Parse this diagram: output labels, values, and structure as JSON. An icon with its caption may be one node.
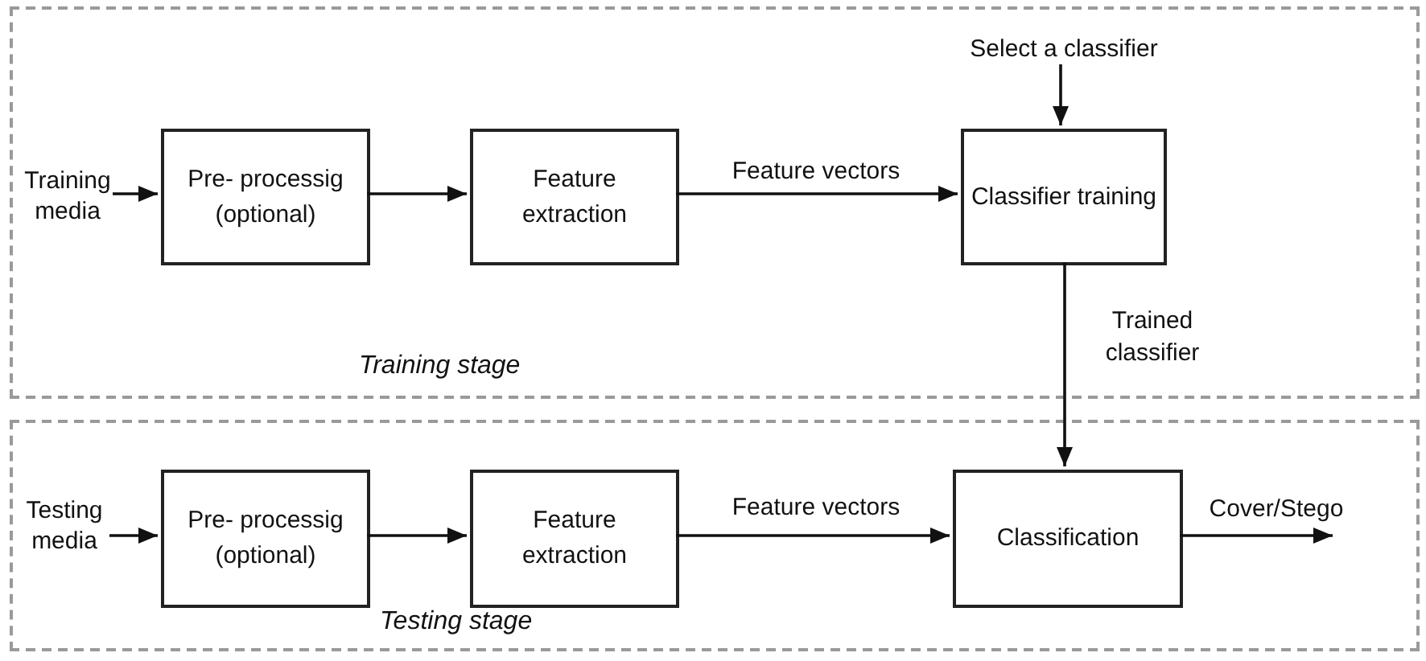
{
  "diagram": {
    "nodes": [
      {
        "text": [
          "Training stage"
        ]
      },
      {
        "text": [
          "Training media"
        ],
        "in": 0
      },
      {
        "text": [
          "Pre- processig (optional)"
        ],
        "in": 0
      },
      {
        "text": [
          "Feature extraction"
        ],
        "in": 0
      },
      {
        "text": [
          "Classifier training"
        ],
        "in": 0
      },
      {
        "text": [
          "Select a classifier"
        ],
        "in": 0
      },
      {
        "text": [
          "Testing stage"
        ]
      },
      {
        "text": [
          "Testing media"
        ],
        "in": 6
      },
      {
        "text": [
          "Pre- processig (optional)"
        ],
        "in": 6
      },
      {
        "text": [
          "Feature extraction"
        ],
        "in": 6
      },
      {
        "text": [
          "Classification"
        ],
        "in": 6
      }
    ],
    "edges": [
      {
        "from": 1,
        "to": 2,
        "arrow": "to"
      },
      {
        "from": 2,
        "to": 3,
        "arrow": "to"
      },
      {
        "from": 3,
        "to": 4,
        "arrow": "to",
        "label": "Feature vectors"
      },
      {
        "from": 5,
        "to": 4,
        "arrow": "to"
      },
      {
        "from": 4,
        "to": 10,
        "arrow": "to",
        "label": "Trained classifier"
      },
      {
        "from": 7,
        "to": 8,
        "arrow": "to"
      },
      {
        "from": 8,
        "to": 9,
        "arrow": "to"
      },
      {
        "from": 9,
        "to": 10,
        "arrow": "to",
        "label": "Feature vectors"
      },
      {
        "from": 10,
        "to": null,
        "arrow": "to",
        "label": "Cover/Stego"
      }
    ]
  }
}
